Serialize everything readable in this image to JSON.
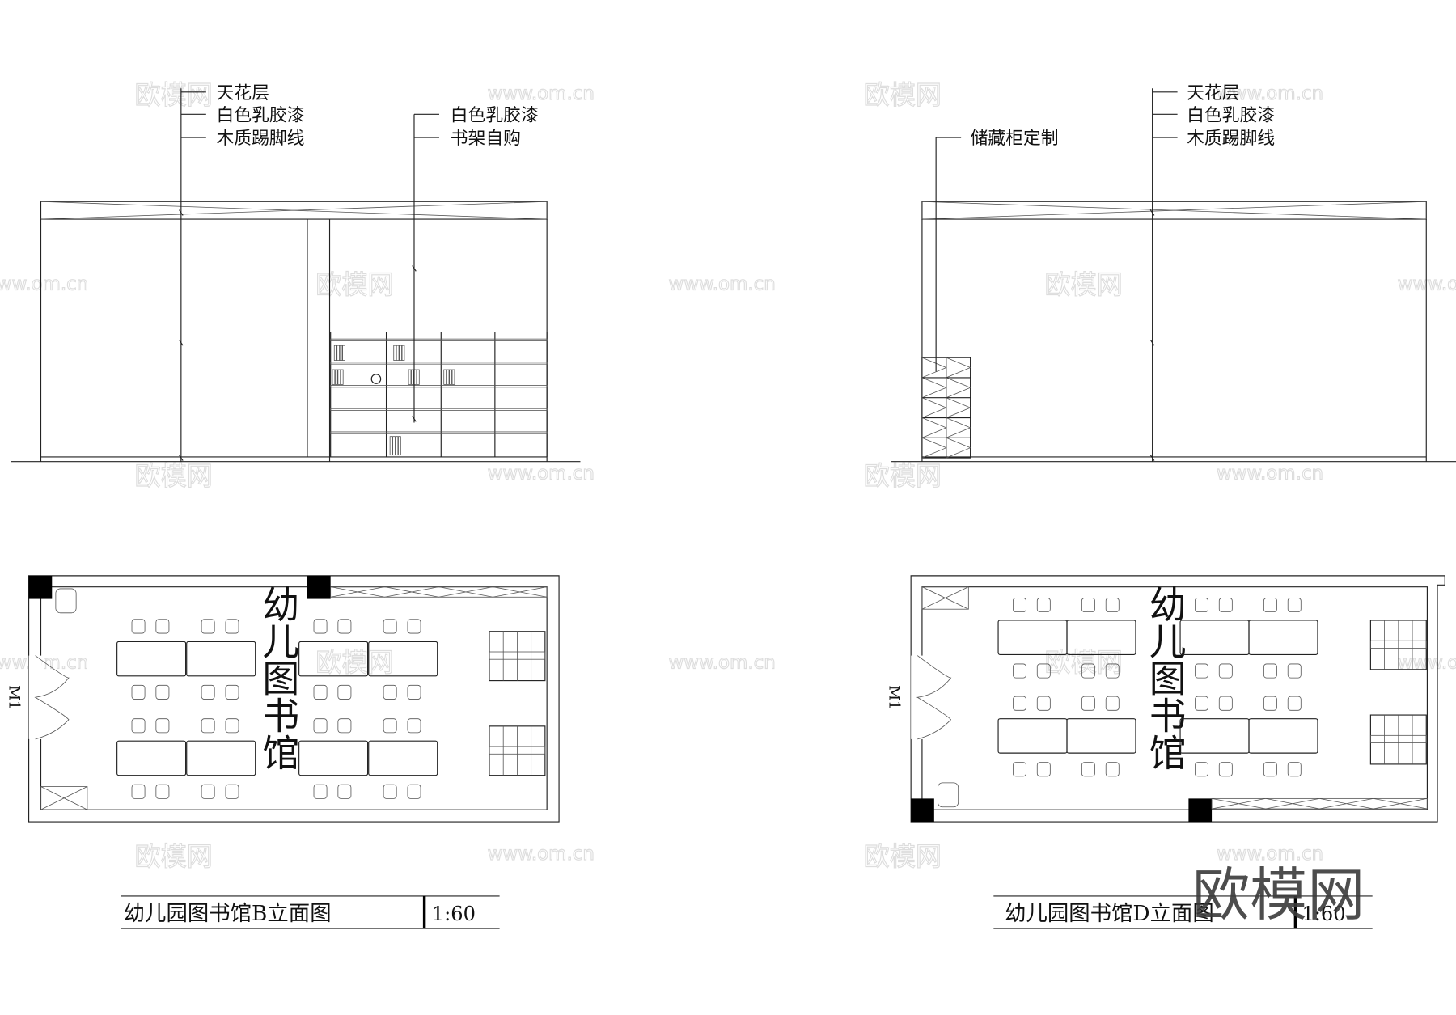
{
  "elevation_b": {
    "leader_left": [
      "天花层",
      "白色乳胶漆",
      "木质踢脚线"
    ],
    "leader_right": [
      "白色乳胶漆",
      "书架自购"
    ]
  },
  "elevation_d": {
    "leader_left": [
      "储藏柜定制"
    ],
    "leader_right": [
      "天花层",
      "白色乳胶漆",
      "木质踢脚线"
    ]
  },
  "plan_b": {
    "room_label": "幼儿图书馆",
    "door_label": "M1"
  },
  "plan_d": {
    "room_label": "幼儿图书馆",
    "door_label": "M1"
  },
  "title_b": {
    "title": "幼儿园图书馆B立面图",
    "scale": "1:60"
  },
  "title_d": {
    "title": "幼儿园图书馆D立面图",
    "scale": "1:60"
  },
  "watermark": {
    "logo": "欧模网",
    "site": "www.om.cn"
  }
}
